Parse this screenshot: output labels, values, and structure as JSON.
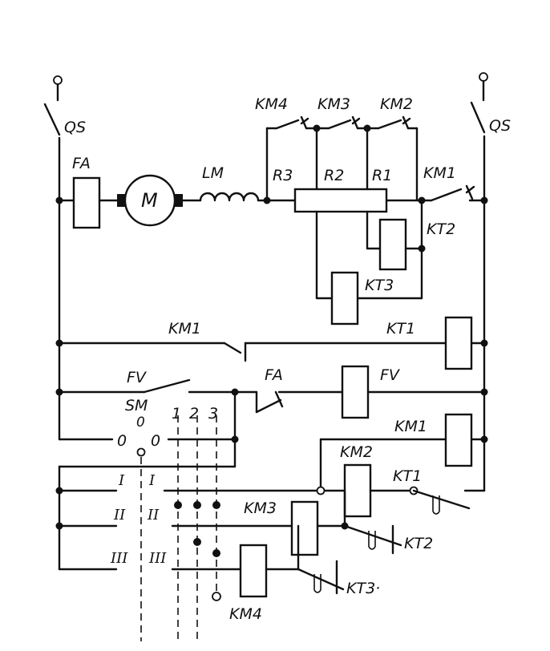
{
  "labels": {
    "qs_left": "QS",
    "qs_right": "QS",
    "fa_top": "FA",
    "motor": "M",
    "lm": "LM",
    "km4_top": "KM4",
    "km3_top": "KM3",
    "km2_top": "KM2",
    "r3": "R3",
    "r2": "R2",
    "r1": "R1",
    "km1_top": "KM1",
    "kt2_top": "KT2",
    "kt3_top": "KT3",
    "km1_mid": "KM1",
    "kt1_coil": "KT1",
    "fv_switch": "FV",
    "fa_contact": "FA",
    "fv_coil": "FV",
    "sm": "SM",
    "pos_0_top": "0",
    "pos_0_left": "0",
    "pos_0_right": "0",
    "col_1": "1",
    "col_2": "2",
    "col_3": "3",
    "km1_coil": "KM1",
    "km2_coil": "KM2",
    "kt1_contact": "KT1",
    "km3_coil": "KM3",
    "kt2_contact": "KT2",
    "kt3_contact": "KT3·",
    "km4_coil": "KM4",
    "pos_1_left": "I",
    "pos_1_right": "I",
    "pos_2_left": "II",
    "pos_2_right": "II",
    "pos_3_left": "III",
    "pos_3_right": "III"
  }
}
